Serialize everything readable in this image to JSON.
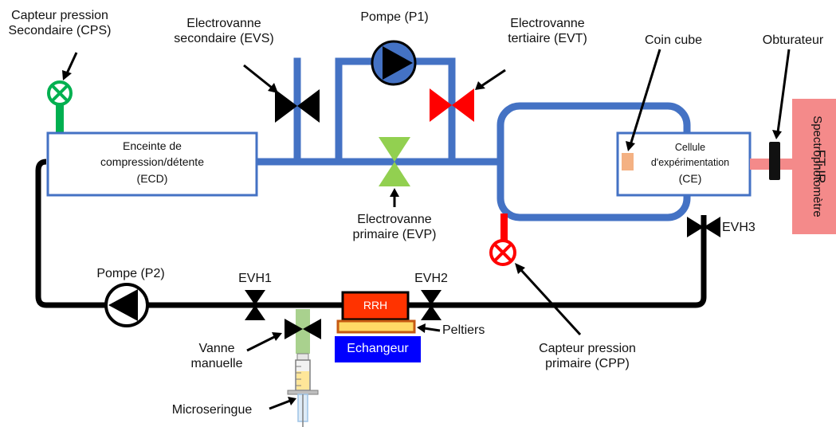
{
  "diagram": {
    "labels": {
      "cps": [
        "Capteur pression",
        "Secondaire (CPS)"
      ],
      "evs": [
        "Electrovanne",
        "secondaire (EVS)"
      ],
      "p1": "Pompe (P1)",
      "evt": [
        "Electrovanne",
        "tertiaire (EVT)"
      ],
      "coin_cube": "Coin cube",
      "obturateur": "Obturateur",
      "ecd": [
        "Enceinte de",
        "compression/détente",
        "(ECD)"
      ],
      "ce": [
        "Cellule",
        "d'expérimentation",
        "(CE)"
      ],
      "spectro_line1": "Spectrophotomètre",
      "spectro_line2": "FT-IR",
      "evp": [
        "Electrovanne",
        "primaire (EVP)"
      ],
      "evh3": "EVH3",
      "p2": "Pompe (P2)",
      "evh1": "EVH1",
      "evh2": "EVH2",
      "rrh": "RRH",
      "peltiers": "Peltiers",
      "echangeur": "Echangeur",
      "vanne_manuelle": [
        "Vanne",
        "manuelle"
      ],
      "cpp": [
        "Capteur pression",
        "primaire (CPP)"
      ],
      "microseringue": "Microseringue"
    },
    "colors": {
      "pipe_blue": "#4472c4",
      "loop_black": "#000000",
      "sensor_green": "#00b050",
      "sensor_red": "#ff0000",
      "valve_black": "#000000",
      "valve_red": "#ff0000",
      "valve_green": "#92d050",
      "pump_blue": "#4472c4",
      "spectro_pink": "#f48a8a",
      "coin_cube": "#f4b183",
      "rrh_red": "#ff3300",
      "peltier_yellow": "#ffd966",
      "echangeur_blue": "#0000ff",
      "manual_green": "#a9d18e"
    }
  }
}
